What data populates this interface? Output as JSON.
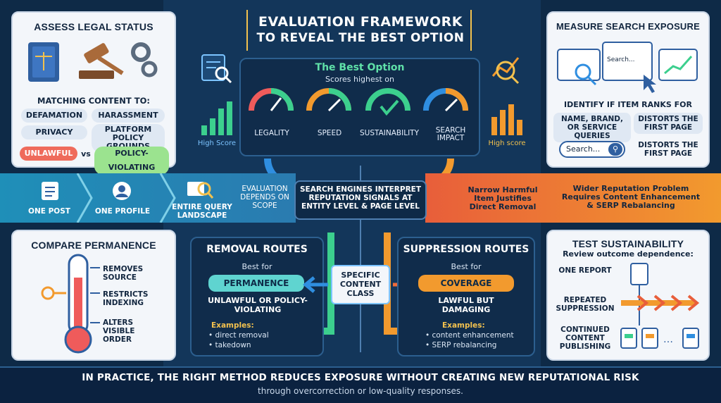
{
  "title": {
    "line1": "EVALUATION FRAMEWORK",
    "line2": "TO REVEAL THE BEST OPTION"
  },
  "best_option": {
    "heading": "The Best Option",
    "subheading": "Scores highest on",
    "gauges": [
      "LEGALITY",
      "SPEED",
      "SUSTAINABILITY",
      "SEARCH IMPACT"
    ],
    "left_score": "High Score",
    "right_score": "High score"
  },
  "legal": {
    "title": "ASSESS LEGAL STATUS",
    "subtitle": "MATCHING CONTENT TO:",
    "tags": [
      "DEFAMATION",
      "HARASSMENT",
      "PRIVACY",
      "PLATFORM POLICY GROUNDS"
    ],
    "unlawful": "UNLAWFUL",
    "vs": "vs",
    "policy": "POLICY-VIOLATING"
  },
  "search": {
    "title": "MEASURE SEARCH EXPOSURE",
    "mock_search": "Search...",
    "identify": "IDENTIFY IF ITEM RANKS FOR",
    "queries": "NAME, BRAND, OR SERVICE QUERIES",
    "distorts1": "DISTORTS THE FIRST PAGE",
    "search_box": "Search...",
    "distorts2": "DISTORTS THE FIRST PAGE"
  },
  "band": {
    "one_post": "ONE POST",
    "one_profile": "ONE PROFILE",
    "entire": "ENTIRE QUERY LANDSCAPE",
    "evaluation": "EVALUATION DEPENDS ON SCOPE",
    "center": "SEARCH ENGINES INTERPRET REPUTATION SIGNALS AT ENTITY LEVEL & PAGE LEVEL",
    "narrow": "Narrow Harmful Item Justifies Direct Removal",
    "wider": "Wider Reputation Problem Requires Content Enhancement & SERP Rebalancing"
  },
  "permanence": {
    "title": "COMPARE PERMANENCE",
    "items": [
      "REMOVES SOURCE",
      "RESTRICTS INDEXING",
      "ALTERS VISIBLE ORDER"
    ]
  },
  "removal": {
    "title": "REMOVAL ROUTES",
    "best_for": "Best for",
    "tag": "PERMANENCE",
    "desc": "UNLAWFUL OR POLICY-VIOLATING",
    "examples_label": "Examples:",
    "examples": [
      "• direct removal",
      "• takedown"
    ]
  },
  "center_box": "SPECIFIC CONTENT CLASS",
  "suppression": {
    "title": "SUPPRESSION ROUTES",
    "best_for": "Best for",
    "tag": "COVERAGE",
    "desc": "LAWFUL BUT DAMAGING",
    "examples_label": "Examples:",
    "examples": [
      "• content enhancement",
      "• SERP rebalancing"
    ]
  },
  "sustain": {
    "title": "TEST SUSTAINABILITY",
    "subtitle": "Review outcome dependence:",
    "rows": [
      "ONE REPORT",
      "REPEATED SUPPRESSION",
      "CONTINUED CONTENT PUBLISHING"
    ]
  },
  "footer": {
    "line1": "IN PRACTICE, THE RIGHT METHOD REDUCES EXPOSURE WITHOUT CREATING NEW REPUTATIONAL RISK",
    "line2": "through overcorrection or low-quality responses."
  },
  "colors": {
    "bg": "#0e2a47",
    "orange": "#f29a2e",
    "green": "#3ccf8e",
    "blue": "#2f8ee0",
    "red": "#ef5b5b"
  }
}
